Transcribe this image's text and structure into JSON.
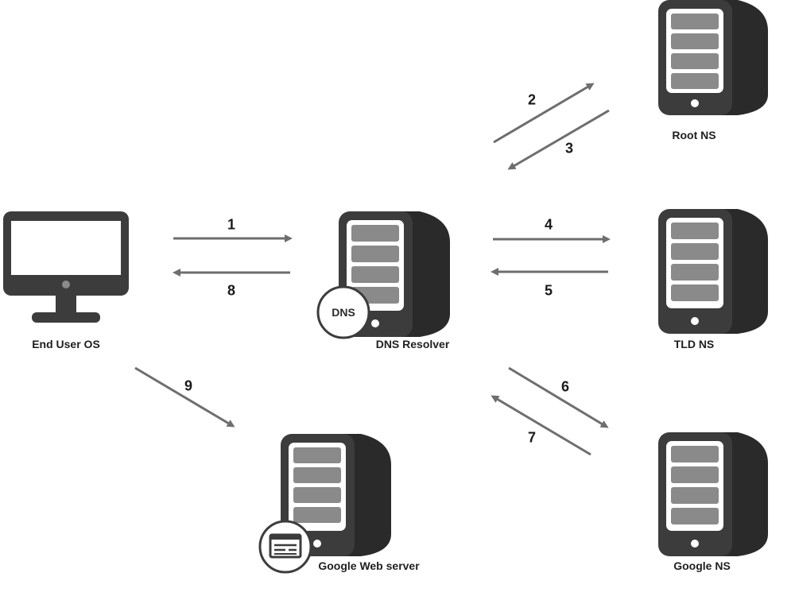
{
  "nodes": {
    "end_user": {
      "label": "End User OS",
      "icon": "desktop-monitor-icon"
    },
    "resolver": {
      "label": "DNS Resolver",
      "icon": "server-icon",
      "badge": "DNS"
    },
    "root_ns": {
      "label": "Root NS",
      "icon": "server-icon"
    },
    "tld_ns": {
      "label": "TLD NS",
      "icon": "server-icon"
    },
    "google_ns": {
      "label": "Google NS",
      "icon": "server-icon"
    },
    "web_server": {
      "label": "Google Web server",
      "icon": "server-icon",
      "badge_icon": "webpage-icon"
    }
  },
  "steps": {
    "s1": "1",
    "s2": "2",
    "s3": "3",
    "s4": "4",
    "s5": "5",
    "s6": "6",
    "s7": "7",
    "s8": "8",
    "s9": "9"
  },
  "colors": {
    "icon_dark": "#3c3c3c",
    "icon_side": "#2a2a2a",
    "slot": "#8a8a8a",
    "arrow": "#6e6e6e",
    "badge_bg": "#ffffff"
  }
}
